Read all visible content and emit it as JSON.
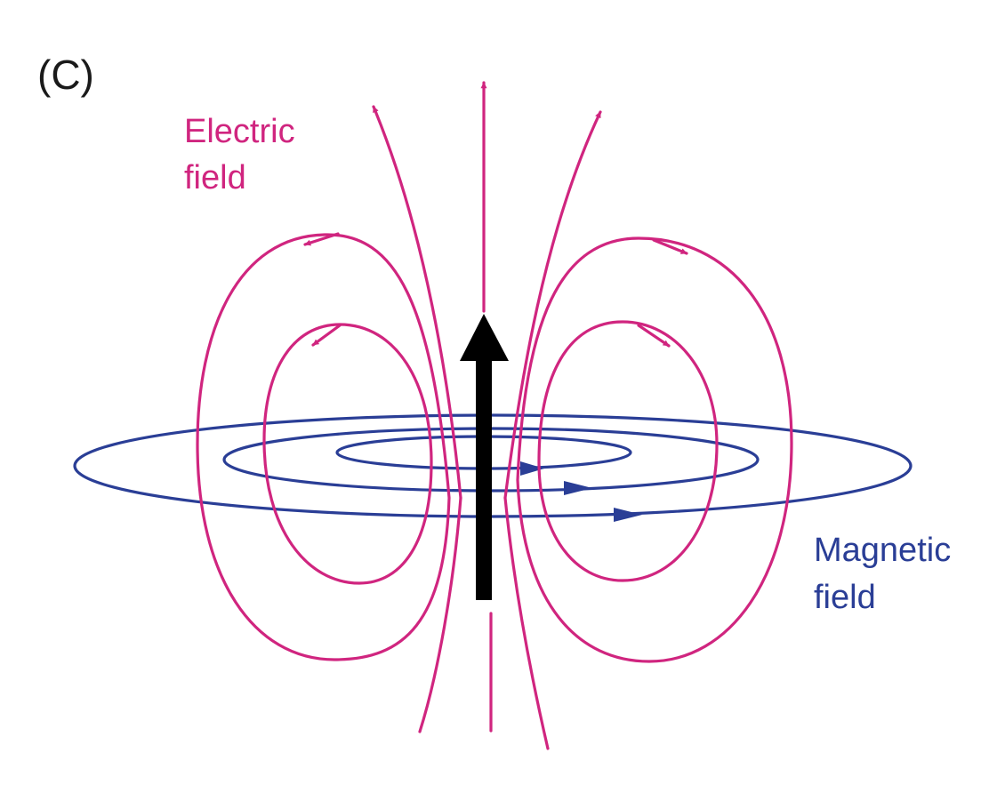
{
  "panel_label": "(C)",
  "electric_label": {
    "line1": "Electric",
    "line2": "field"
  },
  "magnetic_label": {
    "line1": "Magnetic",
    "line2": "field"
  },
  "colors": {
    "electric": "#d0257f",
    "magnetic": "#2a3e96",
    "dipole": "#000000"
  }
}
